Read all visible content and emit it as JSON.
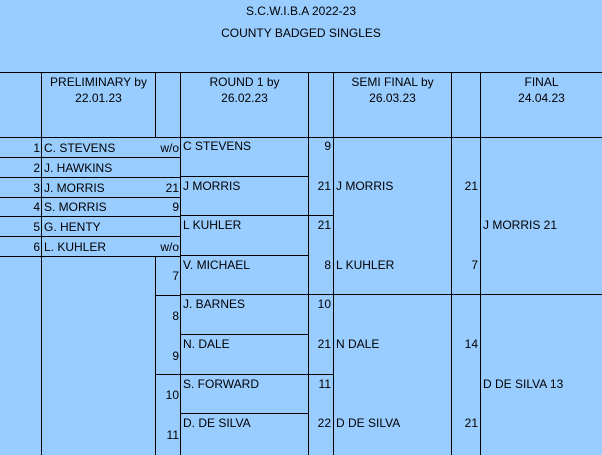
{
  "title": {
    "line1": "S.C.W.I.B.A  2022-23",
    "line2": "COUNTY BADGED SINGLES"
  },
  "headers": {
    "preliminary": {
      "line1": "PRELIMINARY by",
      "line2": "22.01.23"
    },
    "round1": {
      "line1": "ROUND 1      by",
      "line2": "26.02.23"
    },
    "semi": {
      "line1": "SEMI FINAL by",
      "line2": "26.03.23"
    },
    "final": {
      "line1": "FINAL",
      "line2": "24.04.23"
    }
  },
  "preliminary": [
    {
      "seed": "1",
      "name": "C. STEVENS",
      "score": "w/o"
    },
    {
      "seed": "2",
      "name": "J. HAWKINS",
      "score": ""
    },
    {
      "seed": "3",
      "name": "J. MORRIS",
      "score": "21"
    },
    {
      "seed": "4",
      "name": "S. MORRIS",
      "score": "9"
    },
    {
      "seed": "5",
      "name": "G. HENTY",
      "score": ""
    },
    {
      "seed": "6",
      "name": "L. KUHLER",
      "score": "w/o"
    }
  ],
  "round1_seeds": [
    "7",
    "8",
    "9",
    "10",
    "11"
  ],
  "round1": [
    {
      "name": "C STEVENS",
      "score": "9"
    },
    {
      "name": "J MORRIS",
      "score": "21"
    },
    {
      "name": "L KUHLER",
      "score": "21"
    },
    {
      "name": "V. MICHAEL",
      "score": "8"
    },
    {
      "name": "J. BARNES",
      "score": "10"
    },
    {
      "name": "N. DALE",
      "score": "21"
    },
    {
      "name": "S. FORWARD",
      "score": "11"
    },
    {
      "name": "D. DE SILVA",
      "score": "22"
    }
  ],
  "semi": [
    {
      "name": "J MORRIS",
      "score": "21"
    },
    {
      "name": "L KUHLER",
      "score": "7"
    },
    {
      "name": "N DALE",
      "score": "14"
    },
    {
      "name": "D DE SILVA",
      "score": "21"
    }
  ],
  "final": [
    {
      "name": "J MORRIS  21"
    },
    {
      "name": "D DE SILVA  13"
    }
  ]
}
